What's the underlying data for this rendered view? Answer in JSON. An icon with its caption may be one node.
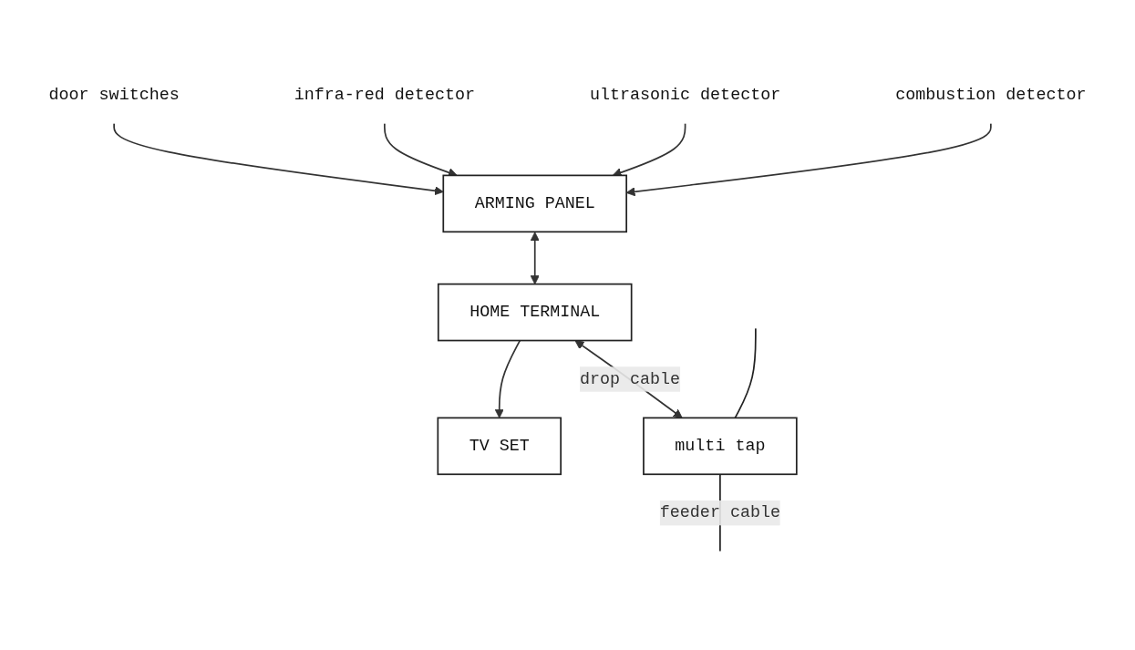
{
  "diagram": {
    "nodes": [
      {
        "text": [
          "ARMING PANEL"
        ]
      },
      {
        "text": [
          "door switches"
        ]
      },
      {
        "text": [
          "infra-red detector"
        ]
      },
      {
        "text": [
          "ultrasonic detector"
        ]
      },
      {
        "text": [
          "combustion detector"
        ]
      },
      {
        "text": [
          "HOME TERMINAL"
        ]
      },
      {
        "text": [
          "TV SET"
        ]
      },
      {
        "text": [
          "multi tap"
        ]
      }
    ],
    "edges": [
      {
        "from": 1,
        "to": 0,
        "arrow": "to"
      },
      {
        "from": 2,
        "to": 0,
        "arrow": "to"
      },
      {
        "from": 3,
        "to": 0,
        "arrow": "to"
      },
      {
        "from": 4,
        "to": 0,
        "arrow": "to"
      },
      {
        "from": 0,
        "to": 5,
        "arrow": "both"
      },
      {
        "from": 5,
        "to": 6,
        "arrow": "to"
      },
      {
        "from": 5,
        "to": 7,
        "arrow": "both",
        "label": "drop cable"
      },
      {
        "from": null,
        "to": 7,
        "arrow": "none"
      },
      {
        "from": 7,
        "to": null,
        "arrow": "none",
        "label": "feeder cable"
      }
    ]
  }
}
